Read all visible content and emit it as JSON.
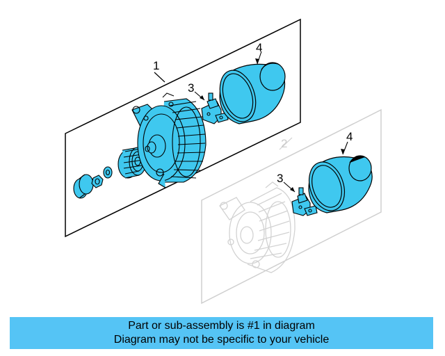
{
  "diagram": {
    "callouts": {
      "main_assembly": "1",
      "ghost_assembly": "2",
      "regulator_main": "3",
      "cover_main": "4",
      "regulator_ghost": "3",
      "cover_ghost": "4"
    },
    "colors": {
      "highlight": "#3fc8ef",
      "outline": "#000000",
      "ghost": "#cccccc",
      "caption_background": "#55c4f5"
    }
  },
  "caption": {
    "line1": "Part or sub-assembly is #1 in diagram",
    "line2": "Diagram may not be specific to your vehicle"
  }
}
